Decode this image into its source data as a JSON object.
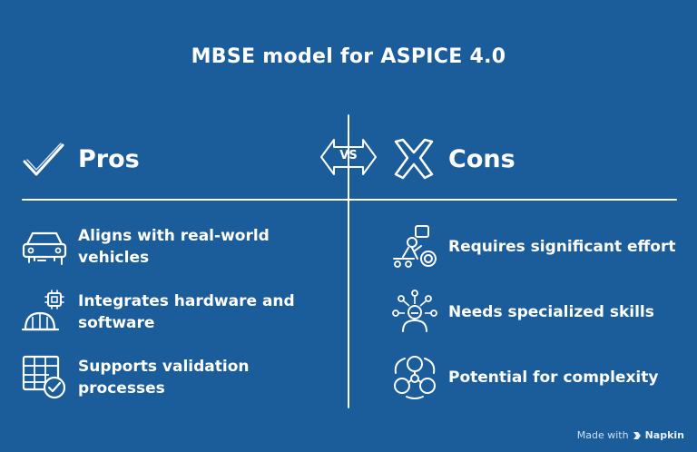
{
  "title": "MBSE model for ASPICE 4.0",
  "vs_label": "VS",
  "pros": {
    "label": "Pros",
    "items": [
      {
        "text": "Aligns with real-world vehicles",
        "icon": "car-icon"
      },
      {
        "text": "Integrates hardware and software",
        "icon": "chip-worker-icon"
      },
      {
        "text": "Supports validation processes",
        "icon": "checklist-icon"
      }
    ]
  },
  "cons": {
    "label": "Cons",
    "items": [
      {
        "text": "Requires significant effort",
        "icon": "effort-icon"
      },
      {
        "text": "Needs specialized skills",
        "icon": "skills-icon"
      },
      {
        "text": "Potential for complexity",
        "icon": "complexity-icon"
      }
    ]
  },
  "footer": {
    "made_with": "Made with",
    "brand": "Napkin"
  },
  "colors": {
    "background": "#1b5c9a",
    "foreground": "#ffffff"
  }
}
